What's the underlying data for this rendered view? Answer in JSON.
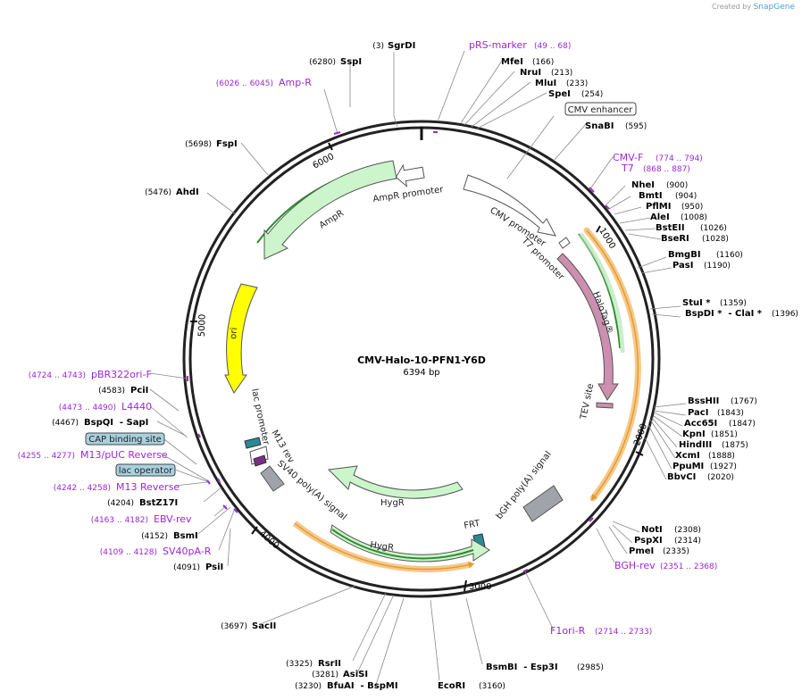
{
  "branding": {
    "created_by": "Created by",
    "app": "SnapGene"
  },
  "map": {
    "name": "CMV-Halo-10-PFN1-Y6D",
    "length_label": "6394 bp"
  },
  "colors": {
    "feature_green": "#ccf5cc",
    "promoter_white": "#ffffff",
    "halotag": "#cc8fae",
    "ori": "#ffff00",
    "terminator": "#a0a4aa",
    "primer_purple": "#9c27d4",
    "orf_orange": "#f5c98a",
    "orf_dark_green": "#2e8b2e",
    "box_blue": "#a8d1e0"
  },
  "ruler": [
    "1000",
    "2000",
    "3000",
    "4000",
    "5000",
    "6000"
  ],
  "features": [
    {
      "name": "CMV enhancer",
      "boxed": true
    },
    {
      "name": "CMV promoter"
    },
    {
      "name": "T7 promoter"
    },
    {
      "name": "HaloTag®"
    },
    {
      "name": "TEV site"
    },
    {
      "name": "bGH poly(A) signal"
    },
    {
      "name": "FRT"
    },
    {
      "name": "HygR"
    },
    {
      "name": "HygR"
    },
    {
      "name": "SV40 poly(A) signal"
    },
    {
      "name": "M13 rev"
    },
    {
      "name": "lac promoter"
    },
    {
      "name": "ori"
    },
    {
      "name": "AmpR"
    },
    {
      "name": "AmpR promoter"
    },
    {
      "name": "CAP binding site",
      "boxed": true
    },
    {
      "name": "lac operator",
      "boxed": true
    }
  ],
  "enzymes": [
    {
      "pos": "(3)",
      "name": "SgrDI"
    },
    {
      "pos": "(6280)",
      "name": "SspI"
    },
    {
      "pos": "(5698)",
      "name": "FspI"
    },
    {
      "pos": "(5476)",
      "name": "AhdI"
    },
    {
      "pos": "(4583)",
      "name": "PciI"
    },
    {
      "pos": "(4467)",
      "name": "BspQI  - SapI"
    },
    {
      "pos": "(4204)",
      "name": "BstZ17I"
    },
    {
      "pos": "(4152)",
      "name": "BsmI"
    },
    {
      "pos": "(4091)",
      "name": "PsiI"
    },
    {
      "pos": "(3697)",
      "name": "SacII"
    },
    {
      "pos": "(3325)",
      "name": "RsrII"
    },
    {
      "pos": "(3281)",
      "name": "AsiSI"
    },
    {
      "pos": "(3230)",
      "name": "BfuAI  - BspMI"
    },
    {
      "pos": "(3160)",
      "name": "EcoRI"
    },
    {
      "pos": "(2985)",
      "name": "BsmBI  - Esp3I"
    },
    {
      "name": "MfeI",
      "pos": "(166)"
    },
    {
      "name": "NruI",
      "pos": "(213)"
    },
    {
      "name": "MluI",
      "pos": "(233)"
    },
    {
      "name": "SpeI",
      "pos": "(254)"
    },
    {
      "name": "SnaBI",
      "pos": "(595)"
    },
    {
      "name": "NheI",
      "pos": "(900)"
    },
    {
      "name": "BmtI",
      "pos": "(904)"
    },
    {
      "name": "PflMI",
      "pos": "(950)"
    },
    {
      "name": "AleI",
      "pos": "(1008)"
    },
    {
      "name": "BstEII",
      "pos": "(1026)"
    },
    {
      "name": "BseRI",
      "pos": "(1028)"
    },
    {
      "name": "BmgBI",
      "pos": "(1160)"
    },
    {
      "name": "PasI",
      "pos": "(1190)"
    },
    {
      "name": "StuI *",
      "pos": "(1359)"
    },
    {
      "name": "BspDI *  - ClaI *",
      "pos": "(1396)"
    },
    {
      "name": "BssHII",
      "pos": "(1767)"
    },
    {
      "name": "PacI",
      "pos": "(1843)"
    },
    {
      "name": "Acc65I",
      "pos": "(1847)"
    },
    {
      "name": "KpnI",
      "pos": "(1851)"
    },
    {
      "name": "HindIII",
      "pos": "(1875)"
    },
    {
      "name": "XcmI",
      "pos": "(1888)"
    },
    {
      "name": "PpuMI",
      "pos": "(1927)"
    },
    {
      "name": "BbvCI",
      "pos": "(2020)"
    },
    {
      "name": "NotI",
      "pos": "(2308)"
    },
    {
      "name": "PspXI",
      "pos": "(2314)"
    },
    {
      "name": "PmeI",
      "pos": "(2335)"
    }
  ],
  "primers": [
    {
      "range": "(6026 .. 6045)",
      "name": "Amp-R"
    },
    {
      "name": "pRS-marker",
      "range": "(49 .. 68)"
    },
    {
      "name": "CMV-F",
      "range": "(774 .. 794)"
    },
    {
      "name": "T7",
      "range": "(868 .. 887)"
    },
    {
      "name": "BGH-rev",
      "range": "(2351 .. 2368)"
    },
    {
      "name": "F1ori-R",
      "range": "(2714 .. 2733)"
    },
    {
      "range": "(4724 .. 4743)",
      "name": "pBR322ori-F"
    },
    {
      "range": "(4473 .. 4490)",
      "name": "L4440"
    },
    {
      "range": "(4255 .. 4277)",
      "name": "M13/pUC Reverse"
    },
    {
      "range": "(4242 .. 4258)",
      "name": "M13 Reverse"
    },
    {
      "range": "(4163 .. 4182)",
      "name": "EBV-rev"
    },
    {
      "range": "(4109 .. 4128)",
      "name": "SV40pA-R"
    }
  ]
}
